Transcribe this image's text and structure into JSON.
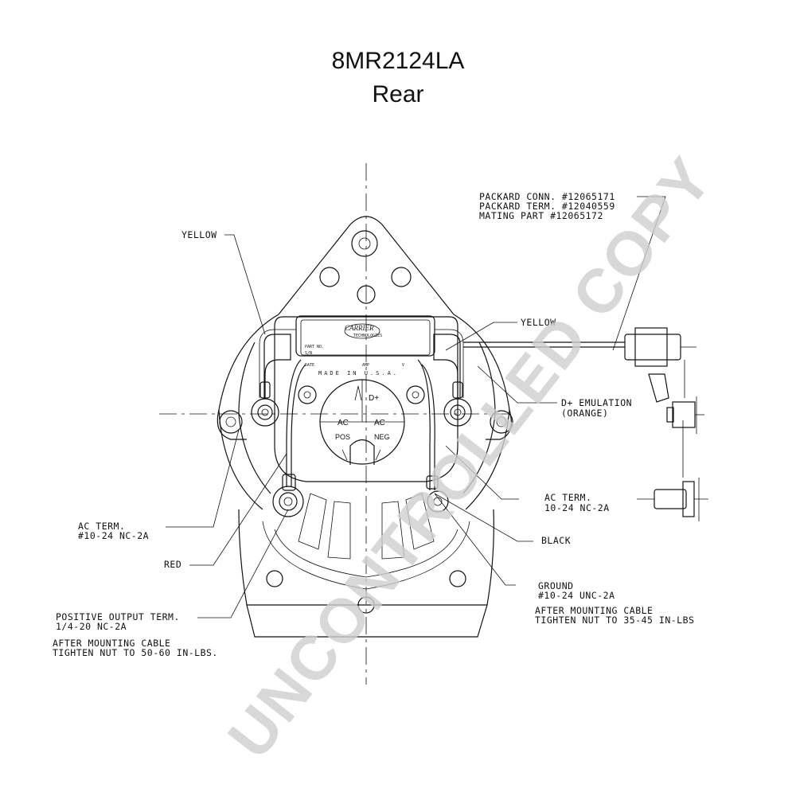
{
  "header": {
    "part_number": "8MR2124LA",
    "view": "Rear"
  },
  "labels": {
    "yellow_left": "YELLOW",
    "packard_conn": "PACKARD CONN. #12065171",
    "packard_term": "PACKARD TERM. #12040559",
    "mating_part": "MATING PART #12065172",
    "yellow_right": "YELLOW",
    "d_emulation_1": "D+ EMULATION",
    "d_emulation_2": "(ORANGE)",
    "ac_term_right_1": "AC TERM.",
    "ac_term_right_2": "10-24 NC-2A",
    "black": "BLACK",
    "ground_1": "GROUND",
    "ground_2": "#10-24 UNC-2A",
    "after_right_1": "AFTER MOUNTING CABLE",
    "after_right_2": "TIGHTEN NUT TO 35-45 IN-LBS",
    "ac_term_left_1": "AC TERM.",
    "ac_term_left_2": "#10-24 NC-2A",
    "red": "RED",
    "pos_out_1": "POSITIVE OUTPUT TERM.",
    "pos_out_2": "1/4-20 NC-2A",
    "after_left_1": "AFTER MOUNTING CABLE",
    "after_left_2": "TIGHTEN NUT TO 50-60 IN-LBS."
  },
  "regulator": {
    "logo_1": "CARRIER",
    "logo_2": "TECHNOLOGIES",
    "part_no": "PART NO.",
    "sn": "S/N",
    "date": "DATE",
    "amp": "AMP",
    "v": "V",
    "made_in": "MADE IN U.S.A."
  },
  "terminals": {
    "d_plus": "D+",
    "ac_left": "AC",
    "ac_right": "AC",
    "pos": "POS",
    "neg": "NEG"
  },
  "watermark": "UNCONTROLLED COPY"
}
